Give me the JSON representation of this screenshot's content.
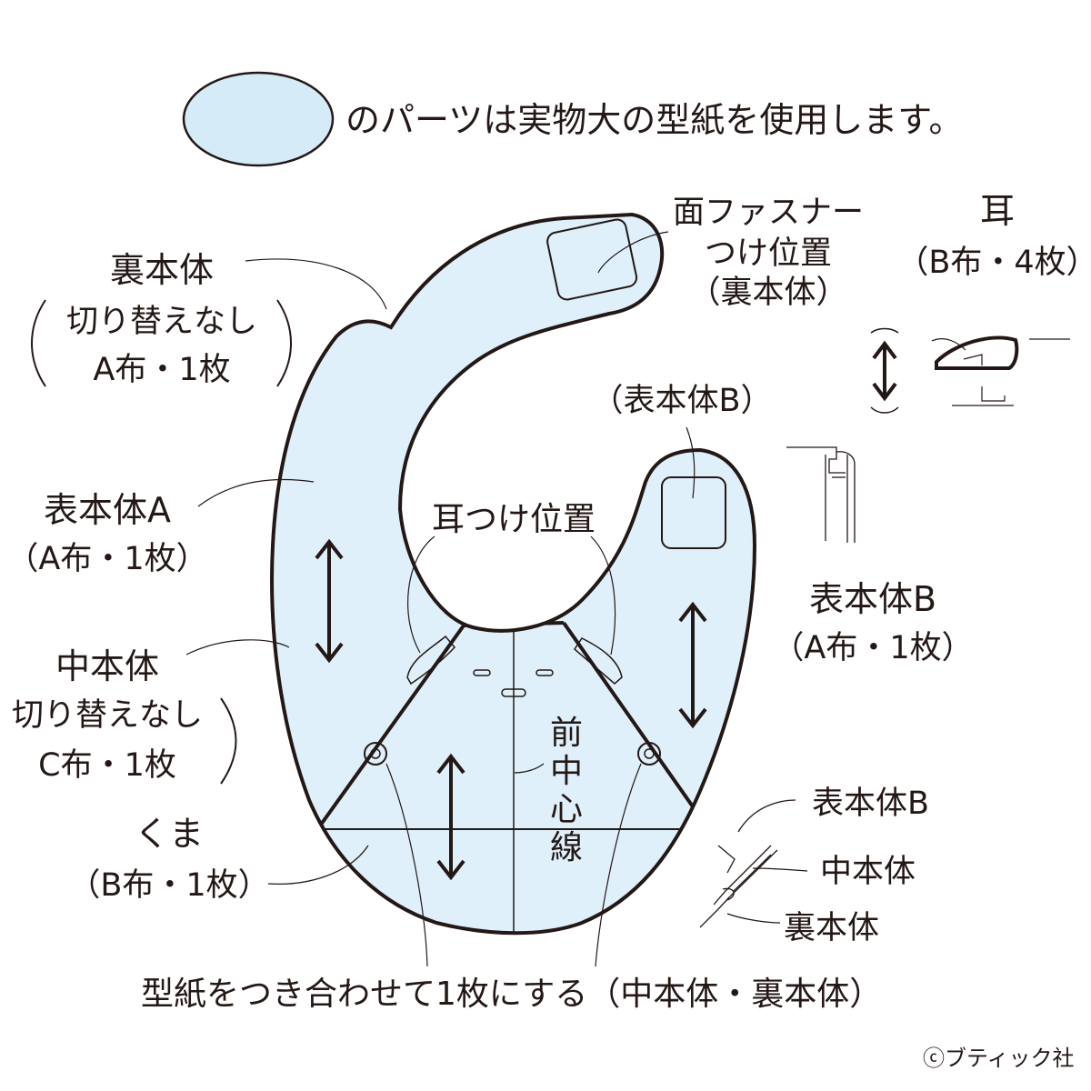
{
  "legend": {
    "text": "のパーツは実物大の型紙を使用します。"
  },
  "colors": {
    "part_fill": "#dff0fa",
    "legend_fill": "#d6ebf8",
    "ink": "#231815"
  },
  "labels": {
    "ura_hontai": {
      "line1": "裏本体",
      "line2": "切り替えなし",
      "line3": "A布・1枚"
    },
    "hyo_hontai_a": {
      "line1": "表本体A",
      "line2": "（A布・1枚）"
    },
    "naka_hontai": {
      "line1": "中本体",
      "line2": "切り替えなし",
      "line3": "C布・1枚"
    },
    "kuma": {
      "line1": "くま",
      "line2": "（B布・1枚）"
    },
    "menfastener": {
      "line1": "面ファスナー",
      "line2": "つけ位置",
      "line3": "（裏本体）"
    },
    "hyo_hontai_b_small": "（表本体B）",
    "mimi_tsuke": "耳つけ位置",
    "hyo_hontai_b": {
      "line1": "表本体B",
      "line2": "（A布・1枚）"
    },
    "mimi": {
      "line1": "耳",
      "line2": "（B布・4枚）"
    },
    "mae_naka": [
      "前",
      "中",
      "心",
      "線"
    ],
    "layer_hyo": "表本体B",
    "layer_naka": "中本体",
    "layer_ura": "裏本体",
    "pattern_note": "型紙をつき合わせて1枚にする（中本体・裏本体）",
    "credit": "ⓒブティック社"
  }
}
